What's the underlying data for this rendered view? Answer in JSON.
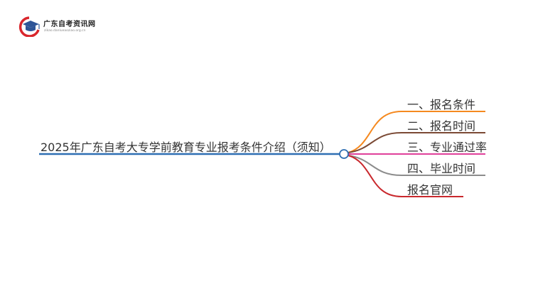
{
  "logo": {
    "title": "广东自考资讯网",
    "subtitle": "zikao.danlueaoziao.org.cn"
  },
  "mindmap": {
    "root": "2025年广东自考大专学前教育专业报考条件介绍（须知）",
    "branches": [
      {
        "label": "一、报名条件",
        "color": "#f5891f"
      },
      {
        "label": "二、报名时间",
        "color": "#7b4a35"
      },
      {
        "label": "三、专业通过率",
        "color": "#e0409a"
      },
      {
        "label": "四、毕业时间",
        "color": "#8c8c8c"
      },
      {
        "label": "报名官网",
        "color": "#c9282d"
      }
    ],
    "root_line_color": "#2f6fb3"
  }
}
